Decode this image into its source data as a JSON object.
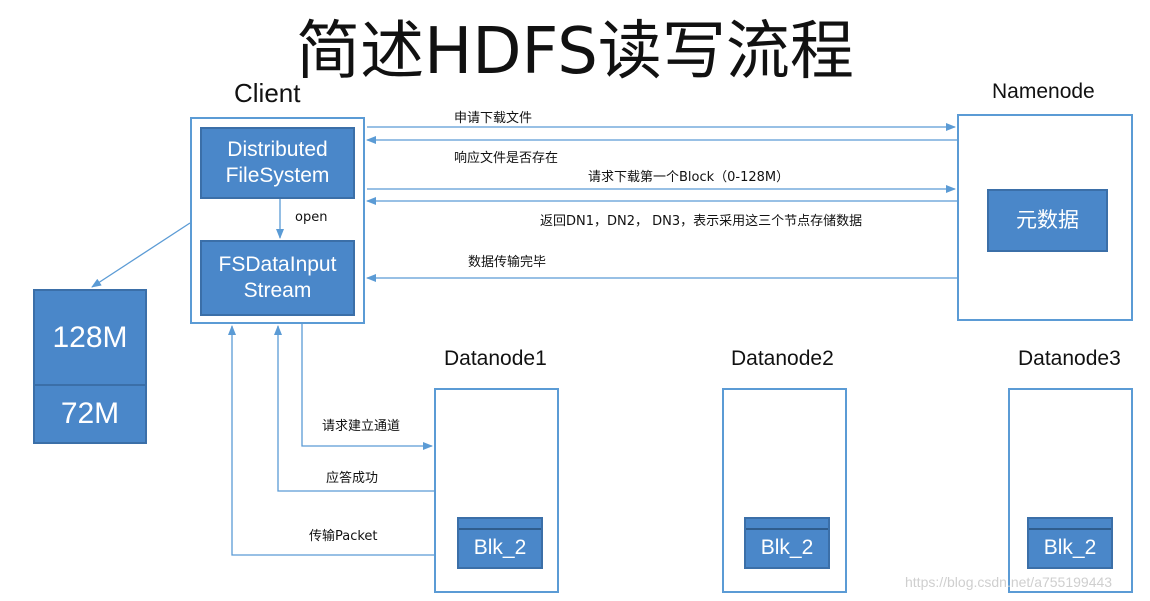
{
  "title": "简述HDFS读写流程",
  "client": {
    "label": "Client",
    "distributed_fs": "Distributed FileSystem",
    "open_label": "open",
    "fs_input_stream": "FSDataInput Stream"
  },
  "namenode": {
    "label": "Namenode",
    "metadata": "元数据"
  },
  "block_split": {
    "top": "128M",
    "bottom": "72M"
  },
  "datanodes": [
    {
      "label": "Datanode1",
      "block": "Blk_2"
    },
    {
      "label": "Datanode2",
      "block": "Blk_2"
    },
    {
      "label": "Datanode3",
      "block": "Blk_2"
    }
  ],
  "messages": {
    "request_download": "申请下载文件",
    "respond_exists": "响应文件是否存在",
    "request_first_block": "请求下载第一个Block（0-128M）",
    "return_datanodes": "返回DN1，DN2， DN3，表示采用这三个节点存储数据",
    "transfer_complete": "数据传输完毕",
    "request_channel": "请求建立通道",
    "ack_success": "应答成功",
    "transfer_packet": "传输Packet"
  },
  "watermark": "https://blog.csdn.net/a755199443",
  "colors": {
    "box_fill": "#4a87c9",
    "outline": "#5b9bd5",
    "arrow": "#5b9bd5"
  }
}
